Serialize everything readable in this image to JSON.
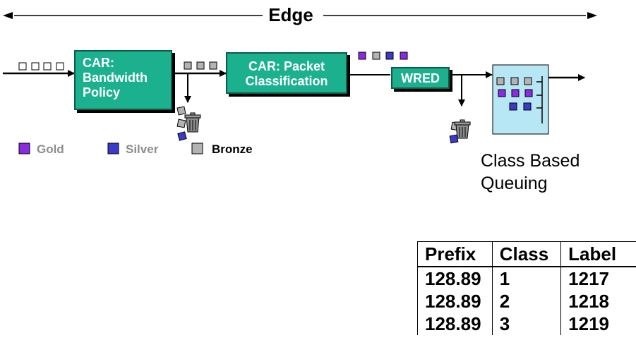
{
  "title": "Edge",
  "boxes": {
    "car_bandwidth": "CAR:\nBandwidth\nPolicy",
    "car_classification": "CAR: Packet\nClassification",
    "wred": "WRED"
  },
  "legend": [
    {
      "label": "Gold",
      "color": "#8a2be2",
      "text_color": "#8c8c8c"
    },
    {
      "label": "Silver",
      "color": "#3a3acd",
      "text_color": "#8c8c8c"
    },
    {
      "label": "Bronze",
      "color": "#b3b3b3",
      "text_color": "#000000"
    }
  ],
  "cbq_label": [
    "Class Based",
    "Queuing"
  ],
  "table": {
    "headers": [
      "Prefix",
      "Class",
      "Label"
    ],
    "rows": [
      [
        "128.89",
        "1",
        "1217"
      ],
      [
        "128.89",
        "2",
        "1218"
      ],
      [
        "128.89",
        "3",
        "1219"
      ]
    ]
  },
  "colors": {
    "box_fill": "#1bb08e",
    "queue_fill": "#b7e6f5",
    "gold": "#8a2be2",
    "silver": "#3a3acd",
    "bronze": "#b3b3b3"
  }
}
